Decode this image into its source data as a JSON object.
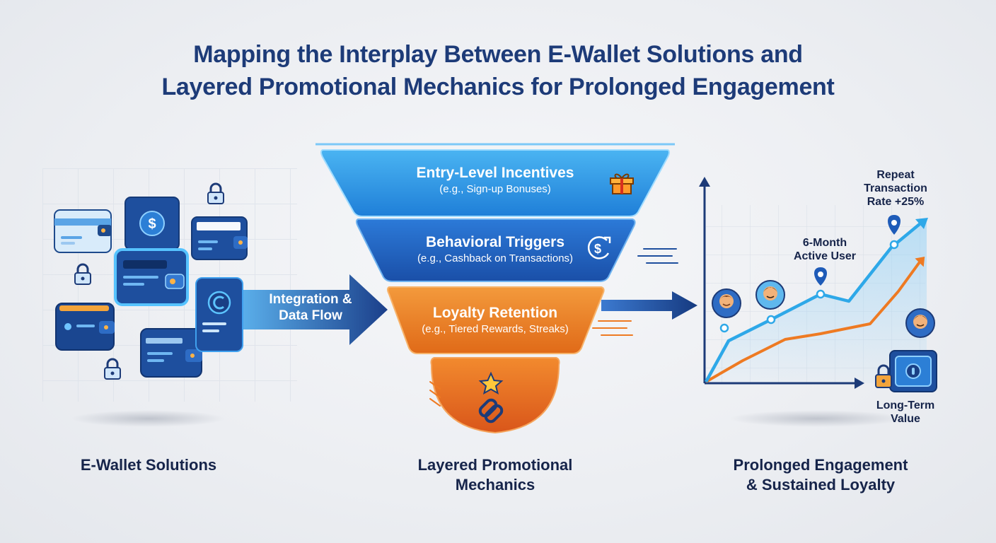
{
  "title": {
    "line1": "Mapping the Interplay Between E-Wallet Solutions and",
    "line2": "Layered Promotional Mechanics for Prolonged Engagement"
  },
  "left": {
    "caption": "E-Wallet Solutions"
  },
  "flow": {
    "label_line1": "Integration &",
    "label_line2": "Data Flow"
  },
  "funnel": {
    "caption_line1": "Layered Promotional",
    "caption_line2": "Mechanics",
    "layers": [
      {
        "title": "Entry-Level Incentives",
        "subtitle": "(e.g., Sign-up Bonuses)",
        "icon": "gift-icon",
        "color": "#2c8fe0"
      },
      {
        "title": "Behavioral Triggers",
        "subtitle": "(e.g., Cashback on Transactions)",
        "icon": "cashback-icon",
        "color": "#1d5fbf"
      },
      {
        "title": "Loyalty Retention",
        "subtitle": "(e.g., Tiered Rewards, Streaks)",
        "icon": "",
        "color": "#ee7a22"
      }
    ],
    "bottom_icons": [
      "star-icon",
      "chain-link-icon"
    ]
  },
  "right": {
    "caption_line1": "Prolonged Engagement",
    "caption_line2": "& Sustained Loyalty",
    "labels": {
      "repeat_line1": "Repeat",
      "repeat_line2": "Transaction",
      "repeat_line3": "Rate +25%",
      "active_line1": "6-Month",
      "active_line2": "Active User",
      "value_line1": "Long-Term",
      "value_line2": "Value"
    }
  },
  "colors": {
    "navy": "#1d3b78",
    "blue": "#1e5bb8",
    "light_blue": "#2ea8e8",
    "orange": "#ee7a22"
  }
}
